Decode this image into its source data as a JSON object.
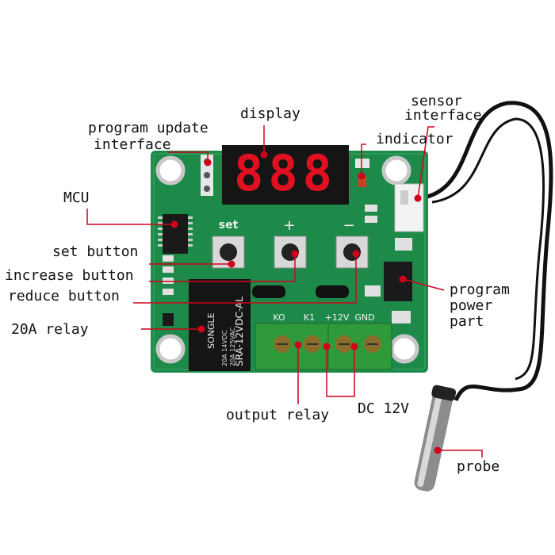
{
  "board": {
    "button_set": "set",
    "button_plus": "+",
    "button_minus": "−",
    "relay_brand": "SONGLE",
    "relay_model": "SRA-12VDC-AL",
    "relay_rating_1": "20A 14VDC",
    "relay_rating_2": "20A 125VAC",
    "terminal_ko": "KO",
    "terminal_k1": "K1",
    "terminal_12v": "+12V",
    "terminal_gnd": "GND",
    "display_digits": "888"
  },
  "labels": {
    "display": "display",
    "program_update_1": "program update",
    "program_update_2": "interface",
    "sensor_interface_1": "sensor",
    "sensor_interface_2": "interface",
    "indicator": "indicator",
    "mcu": "MCU",
    "set_button": "set button",
    "increase_button": "increase button",
    "reduce_button": "reduce button",
    "relay_20a": "20A relay",
    "program_power_1": "program",
    "program_power_2": "power",
    "program_power_3": "part",
    "output_relay": "output relay",
    "dc_12v": "DC 12V",
    "probe": "probe"
  },
  "colors": {
    "pcb": "#1e8a4a",
    "leader": "#d0021b",
    "led": "#e01020",
    "terminal": "#2f9a3a"
  }
}
